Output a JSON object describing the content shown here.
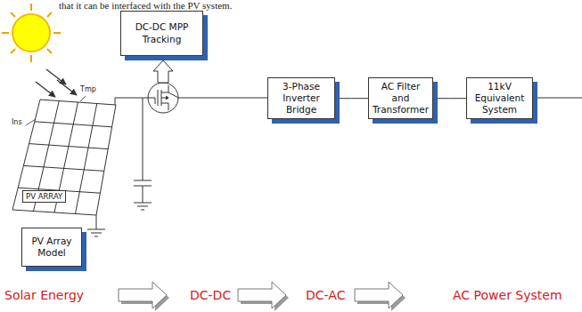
{
  "diagram": {
    "nodes": [
      {
        "text": [
          "DC-DC MPP Tracking"
        ]
      },
      {
        "text": [
          "3-Phase Inverter Bridge"
        ]
      },
      {
        "text": [
          "AC Filter and Transformer"
        ]
      },
      {
        "text": [
          "11kV Equivalent System"
        ]
      },
      {
        "text": [
          "PV Array Model"
        ]
      }
    ],
    "edges": [
      {
        "from": 1,
        "to": 2,
        "arrow": "none"
      },
      {
        "from": 2,
        "to": 3,
        "arrow": "none"
      }
    ],
    "labels": [
      "that it can be interfaced with the PV system.",
      "Tmp",
      "Ins",
      "PV ARRAY",
      "Solar Energy",
      "DC-DC",
      "DC-AC",
      "AC Power System"
    ]
  }
}
